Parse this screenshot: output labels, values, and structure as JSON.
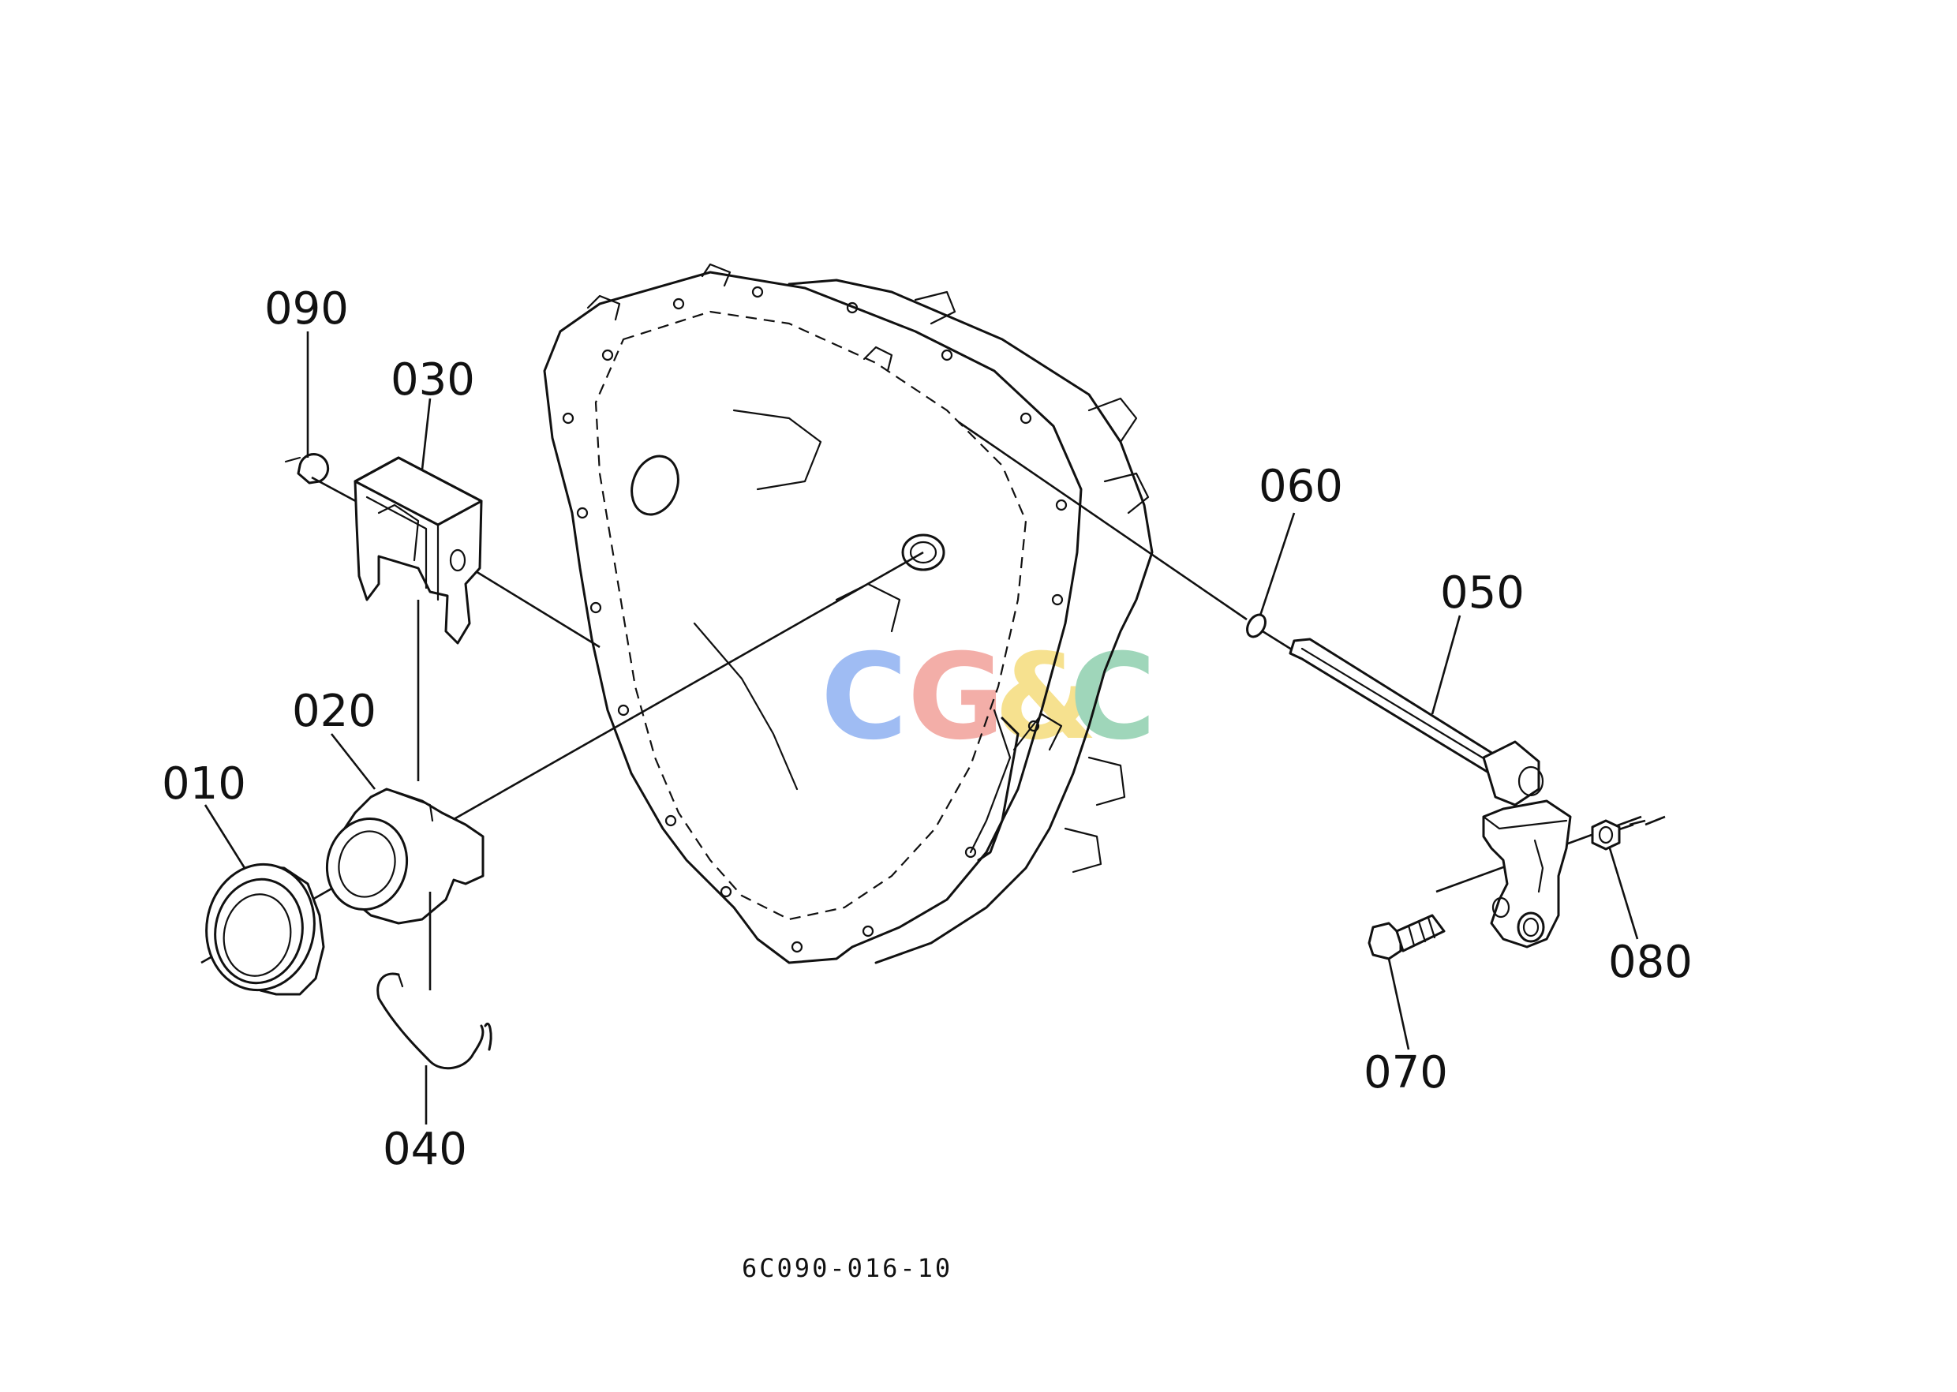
{
  "diagram": {
    "drawing_code": "6C090-016-10",
    "watermark": {
      "letters": [
        "C",
        "G",
        "&",
        "C"
      ],
      "colors": [
        "#8fb1f2",
        "#f2a09a",
        "#f5dc7c",
        "#8fcfae"
      ]
    },
    "parts": [
      {
        "id": "p010",
        "label": "010"
      },
      {
        "id": "p020",
        "label": "020"
      },
      {
        "id": "p030",
        "label": "030"
      },
      {
        "id": "p040",
        "label": "040"
      },
      {
        "id": "p050",
        "label": "050"
      },
      {
        "id": "p060",
        "label": "060"
      },
      {
        "id": "p070",
        "label": "070"
      },
      {
        "id": "p080",
        "label": "080"
      },
      {
        "id": "p090",
        "label": "090"
      }
    ]
  }
}
